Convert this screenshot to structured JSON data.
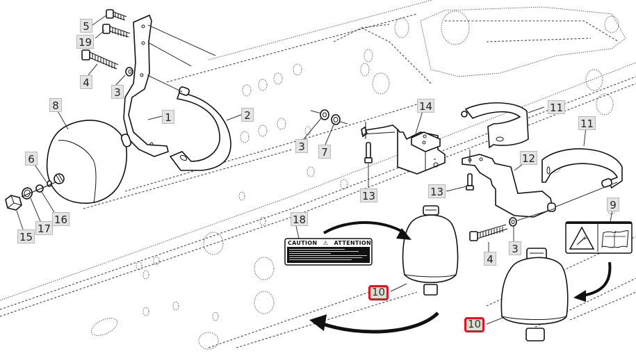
{
  "diagram": {
    "title": "Accumulator mounting - exploded parts view",
    "highlight_color": "#e0141e",
    "callouts": [
      {
        "id": "c5",
        "label": "5"
      },
      {
        "id": "c19",
        "label": "19"
      },
      {
        "id": "c4a",
        "label": "4"
      },
      {
        "id": "c3a",
        "label": "3"
      },
      {
        "id": "c1",
        "label": "1"
      },
      {
        "id": "c2",
        "label": "2"
      },
      {
        "id": "c8",
        "label": "8"
      },
      {
        "id": "c6",
        "label": "6"
      },
      {
        "id": "c16",
        "label": "16"
      },
      {
        "id": "c17",
        "label": "17"
      },
      {
        "id": "c15",
        "label": "15"
      },
      {
        "id": "c3b",
        "label": "3"
      },
      {
        "id": "c7",
        "label": "7"
      },
      {
        "id": "c14",
        "label": "14"
      },
      {
        "id": "c13a",
        "label": "13"
      },
      {
        "id": "c13b",
        "label": "13"
      },
      {
        "id": "c11a",
        "label": "11"
      },
      {
        "id": "c11b",
        "label": "11"
      },
      {
        "id": "c12",
        "label": "12"
      },
      {
        "id": "c9",
        "label": "9"
      },
      {
        "id": "c4b",
        "label": "4"
      },
      {
        "id": "c3c",
        "label": "3"
      },
      {
        "id": "c18",
        "label": "18"
      },
      {
        "id": "c10a",
        "label": "10",
        "highlighted": true
      },
      {
        "id": "c10b",
        "label": "10",
        "highlighted": true
      }
    ],
    "caution_decal": {
      "left_text": "CAUTION",
      "symbol": "⚠",
      "right_text": "ATTENTION"
    },
    "warning_decal": {
      "icons": [
        "explosion-warning-icon",
        "read-manual-icon"
      ]
    }
  }
}
